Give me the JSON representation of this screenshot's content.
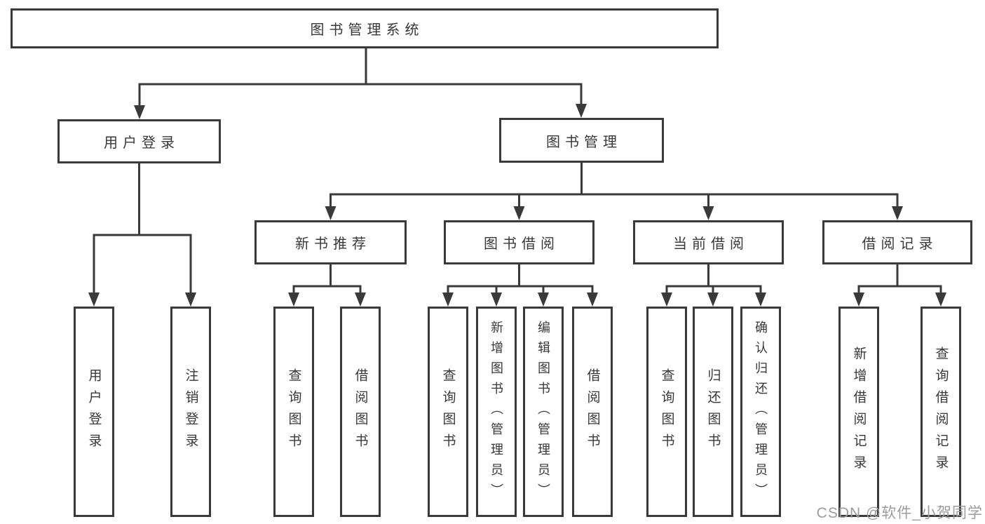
{
  "diagram": {
    "root": "图书管理系统",
    "branches": [
      {
        "label": "用户登录",
        "leaves": [
          "用户登录",
          "注销登录"
        ]
      },
      {
        "label": "图书管理",
        "groups": [
          {
            "label": "新书推荐",
            "leaves": [
              "查询图书",
              "借阅图书"
            ]
          },
          {
            "label": "图书借阅",
            "leaves": [
              "查询图书",
              "新增图书（管理员）",
              "编辑图书（管理员）",
              "借阅图书"
            ]
          },
          {
            "label": "当前借阅",
            "leaves": [
              "查询图书",
              "归还图书",
              "确认归还（管理员）"
            ]
          },
          {
            "label": "借阅记录",
            "leaves": [
              "新增借阅记录",
              "查询借阅记录"
            ]
          }
        ]
      }
    ]
  },
  "watermark": "CSDN @软件_小贺同学",
  "colors": {
    "line": "#3a3a3a",
    "box_border": "#3a3a3a",
    "text": "#383838",
    "watermark": "#9c9c9c",
    "background": "#ffffff"
  }
}
